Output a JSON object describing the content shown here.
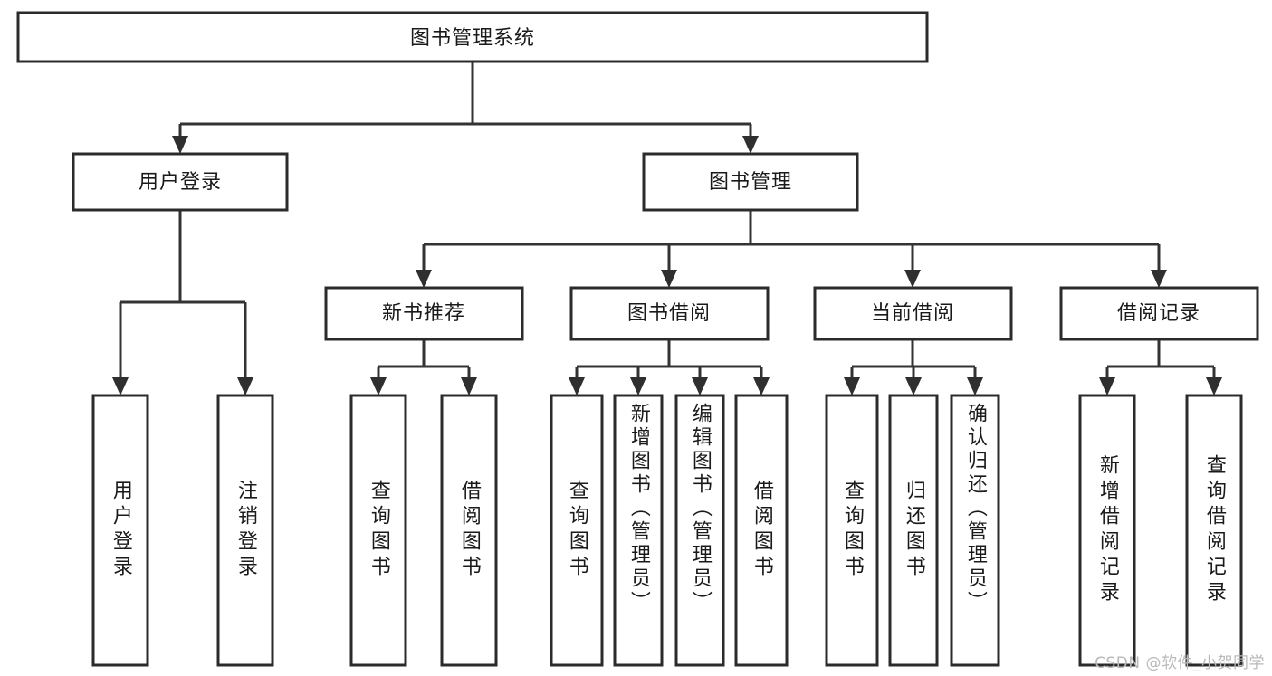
{
  "diagram": {
    "title": "图书管理系统",
    "type": "tree-hierarchy",
    "background_color": "#ffffff",
    "line_color": "#333333",
    "box_fill": "#ffffff",
    "box_stroke": "#2b2b2b",
    "text_color": "#1a1a1a"
  },
  "root": {
    "label": "图书管理系统"
  },
  "level2": [
    {
      "id": "user-login",
      "label": "用户登录"
    },
    {
      "id": "book-manage",
      "label": "图书管理"
    }
  ],
  "level3": [
    {
      "id": "new-book-recommend",
      "label": "新书推荐"
    },
    {
      "id": "book-borrow",
      "label": "图书借阅"
    },
    {
      "id": "current-borrow",
      "label": "当前借阅"
    },
    {
      "id": "borrow-record",
      "label": "借阅记录"
    }
  ],
  "leaves": {
    "user_login": [
      {
        "id": "leaf-user-login",
        "label": "用户登录"
      },
      {
        "id": "leaf-logout-login",
        "label": "注销登录"
      }
    ],
    "new_book_recommend": [
      {
        "id": "leaf-query-book-1",
        "label": "查询图书"
      },
      {
        "id": "leaf-borrow-book-1",
        "label": "借阅图书"
      }
    ],
    "book_borrow": [
      {
        "id": "leaf-query-book-2",
        "label": "查询图书"
      },
      {
        "id": "leaf-add-book",
        "label": "新增图书（管理员）"
      },
      {
        "id": "leaf-edit-book",
        "label": "编辑图书（管理员）"
      },
      {
        "id": "leaf-borrow-book-2",
        "label": "借阅图书"
      }
    ],
    "current_borrow": [
      {
        "id": "leaf-query-book-3",
        "label": "查询图书"
      },
      {
        "id": "leaf-return-book",
        "label": "归还图书"
      },
      {
        "id": "leaf-confirm-return",
        "label": "确认归还（管理员）"
      }
    ],
    "borrow_record": [
      {
        "id": "leaf-add-record",
        "label": "新增借阅记录"
      },
      {
        "id": "leaf-query-record",
        "label": "查询借阅记录"
      }
    ]
  },
  "watermark": {
    "text": "CSDN @软件_小贺同学"
  }
}
